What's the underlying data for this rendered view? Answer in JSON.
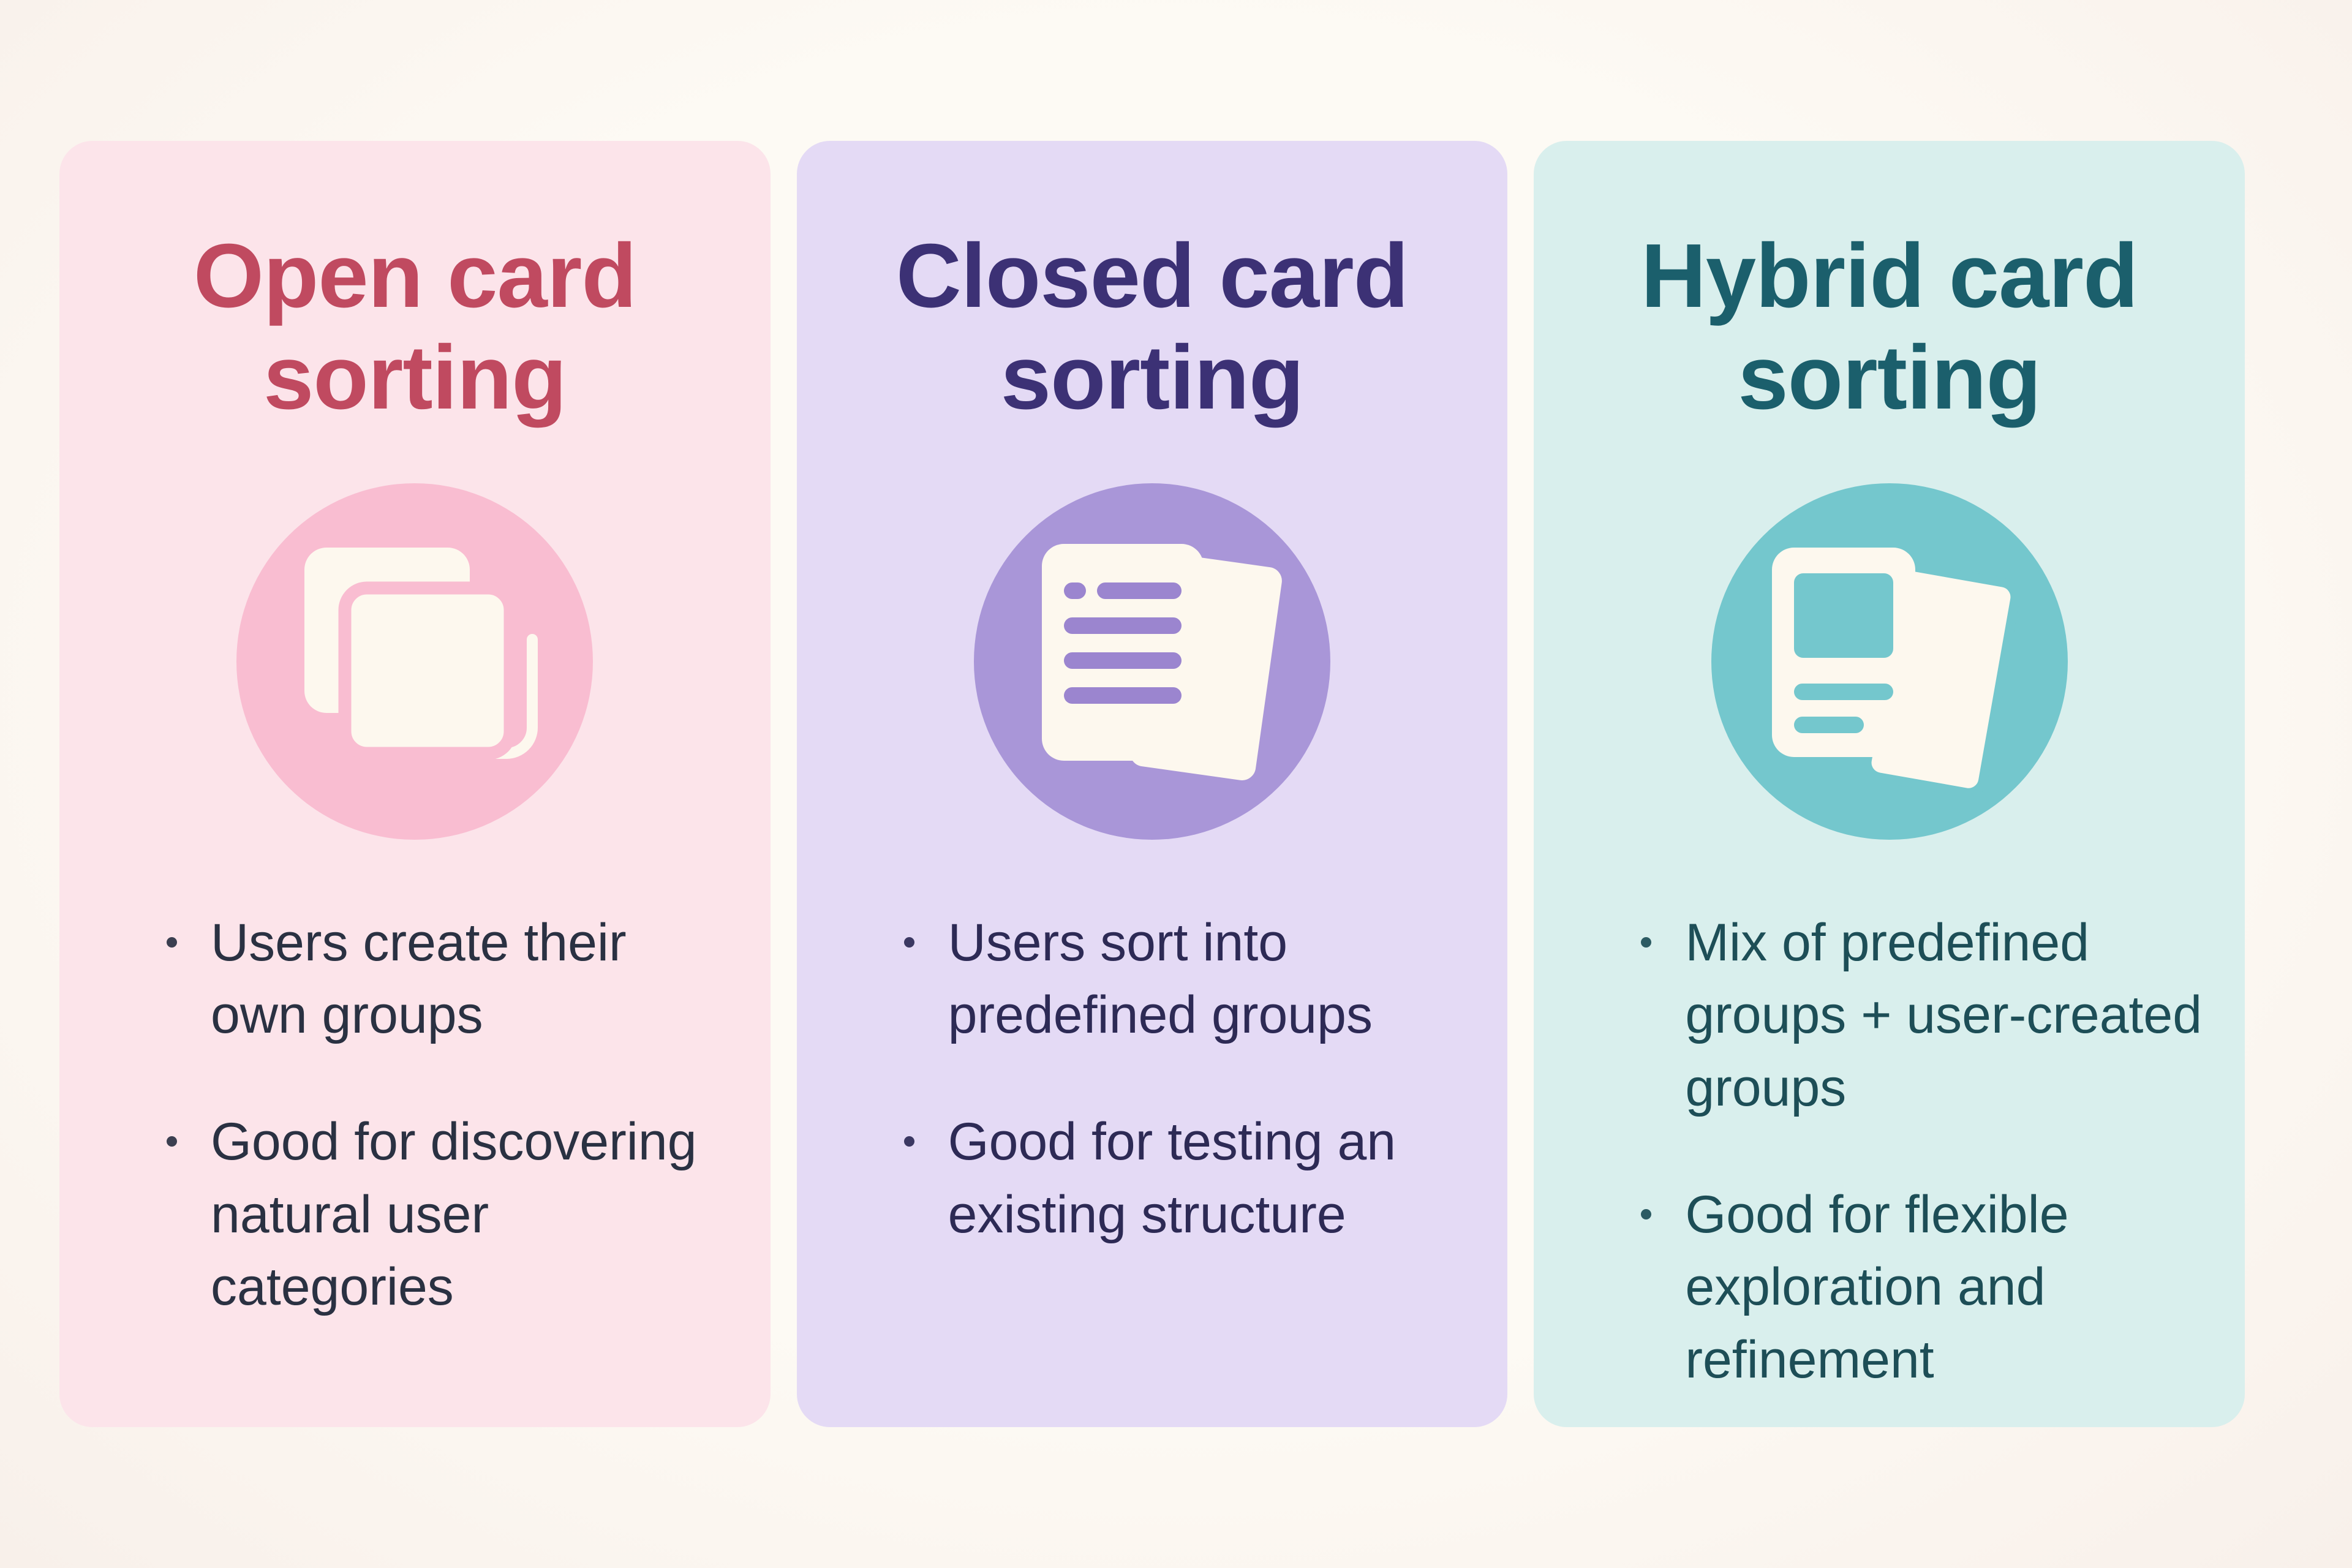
{
  "page": {
    "background": "#fbf5ef"
  },
  "cards": [
    {
      "title": "Open card sorting",
      "icon": "stacked-cards-icon",
      "bullets": [
        "Users create their own groups",
        "Good for discovering natural user categories"
      ],
      "colors": {
        "bg": "#fce4ea",
        "title": "#c04a60",
        "body": "#2a3142",
        "circle": "#f9bdd1",
        "glyph": "#fdf8ee",
        "detail": "#f9bdd1"
      }
    },
    {
      "title": "Closed card sorting",
      "icon": "document-stack-icon",
      "bullets": [
        "Users sort into predefined groups",
        "Good for testing an existing structure"
      ],
      "colors": {
        "bg": "#e4daf5",
        "title": "#3c3175",
        "body": "#2d2a55",
        "circle": "#a996d8",
        "glyph": "#fdf8ee",
        "detail": "#9b85cf"
      }
    },
    {
      "title": "Hybrid card sorting",
      "icon": "card-with-page-icon",
      "bullets": [
        "Mix of predefined groups + user-created groups",
        "Good for flexible exploration and refinement"
      ],
      "colors": {
        "bg": "#d9efed",
        "title": "#1b5f6c",
        "body": "#1d4e57",
        "circle": "#74c7cd",
        "glyph": "#fdf8ee",
        "detail": "#74c7cd"
      }
    }
  ]
}
